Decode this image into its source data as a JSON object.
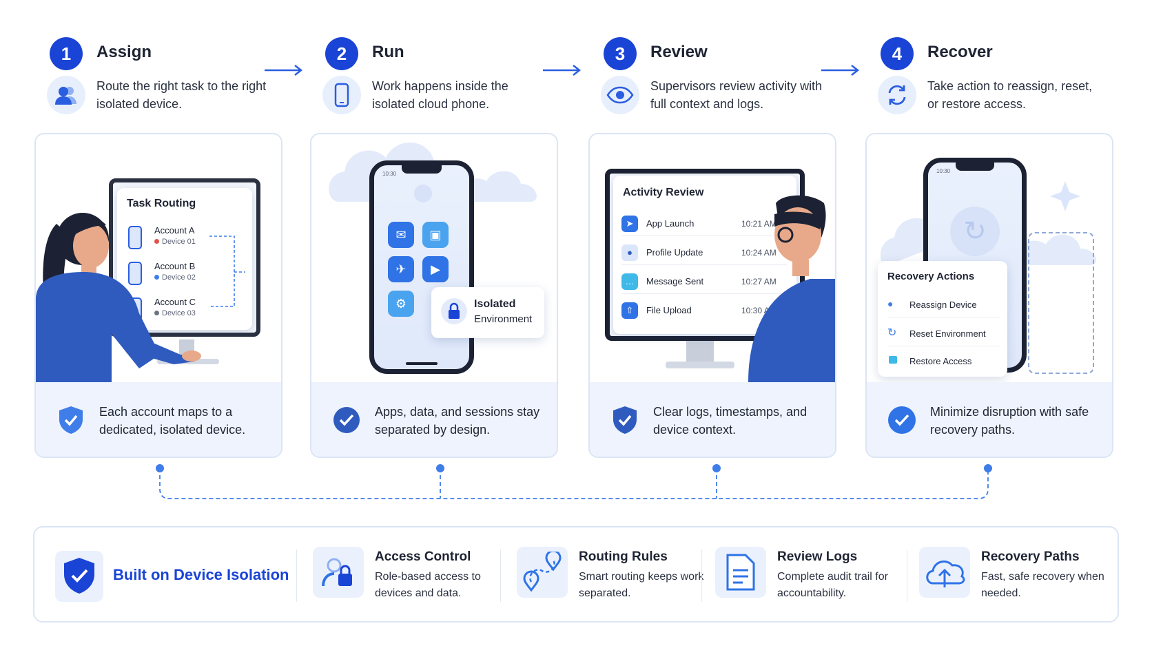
{
  "steps": [
    {
      "number": "1",
      "title": "Assign",
      "desc": "Route the right task to the right isolated device.",
      "icon": "users-icon"
    },
    {
      "number": "2",
      "title": "Run",
      "desc": "Work happens inside the isolated cloud phone.",
      "icon": "phone-icon"
    },
    {
      "number": "3",
      "title": "Review",
      "desc": "Supervisors review activity with full context and logs.",
      "icon": "eye-icon"
    },
    {
      "number": "4",
      "title": "Recover",
      "desc": "Take action to reassign, reset, or restore access.",
      "icon": "refresh-icon"
    }
  ],
  "cards": [
    {
      "footer": "Each account maps to a dedicated, isolated device.",
      "badge": "shield-check-icon"
    },
    {
      "footer": "Apps, data, and sessions stay separated by design.",
      "badge": "check-circle-icon"
    },
    {
      "footer": "Clear logs, timestamps, and device context.",
      "badge": "shield-check-icon"
    },
    {
      "footer": "Minimize disruption with safe recovery paths.",
      "badge": "check-circle-icon"
    }
  ],
  "task_routing": {
    "title": "Task Routing",
    "rows": [
      {
        "account": "Account A",
        "device": "Device 01",
        "dot": "#e0534a"
      },
      {
        "account": "Account B",
        "device": "Device 02",
        "dot": "#3f7de8"
      },
      {
        "account": "Account C",
        "device": "Device 03",
        "dot": "#6b7280"
      }
    ]
  },
  "phone": {
    "time": "10:30",
    "isolated_line1": "Isolated",
    "isolated_line2": "Environment"
  },
  "activity_review": {
    "title": "Activity Review",
    "rows": [
      {
        "label": "App Launch",
        "time": "10:21 AM",
        "icon": "send-icon"
      },
      {
        "label": "Profile Update",
        "time": "10:24 AM",
        "icon": "user-icon"
      },
      {
        "label": "Message Sent",
        "time": "10:27 AM",
        "icon": "message-icon"
      },
      {
        "label": "File Upload",
        "time": "10:30 AM",
        "icon": "upload-icon"
      }
    ]
  },
  "recovery": {
    "phone_time": "10:30",
    "title": "Recovery Actions",
    "actions": [
      {
        "label": "Reassign Device",
        "icon": "users-icon"
      },
      {
        "label": "Reset Environment",
        "icon": "refresh-icon"
      },
      {
        "label": "Restore Access",
        "icon": "lock-icon"
      }
    ]
  },
  "bottom": {
    "headline": "Built on Device Isolation",
    "features": [
      {
        "title": "Access Control",
        "desc": "Role-based access to devices and data.",
        "icon": "user-lock-icon"
      },
      {
        "title": "Routing Rules",
        "desc": "Smart routing keeps work separated.",
        "icon": "route-icon"
      },
      {
        "title": "Review Logs",
        "desc": "Complete audit trail for accountability.",
        "icon": "document-icon"
      },
      {
        "title": "Recovery Paths",
        "desc": "Fast, safe recovery when needed.",
        "icon": "cloud-upload-icon"
      }
    ]
  },
  "colors": {
    "accent": "#1a44d6",
    "light": "#eef3fd",
    "border": "#dbe5f5"
  }
}
